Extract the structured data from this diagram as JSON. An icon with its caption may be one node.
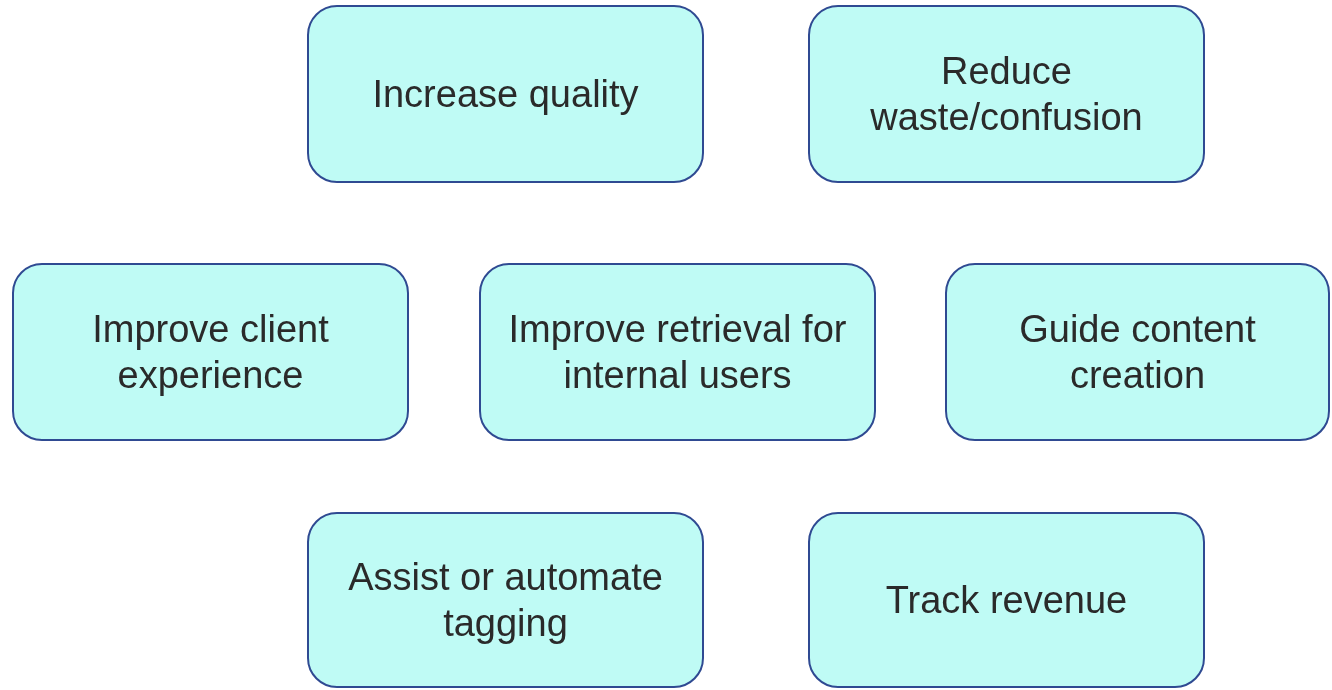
{
  "diagram": {
    "nodes": [
      {
        "text": [
          "Increase quality"
        ]
      },
      {
        "text": [
          "Reduce waste/confusion"
        ]
      },
      {
        "text": [
          "Improve client experience"
        ]
      },
      {
        "text": [
          "Improve retrieval for internal users"
        ]
      },
      {
        "text": [
          "Guide content creation"
        ]
      },
      {
        "text": [
          "Assist or automate tagging"
        ]
      },
      {
        "text": [
          "Track revenue"
        ]
      }
    ]
  }
}
